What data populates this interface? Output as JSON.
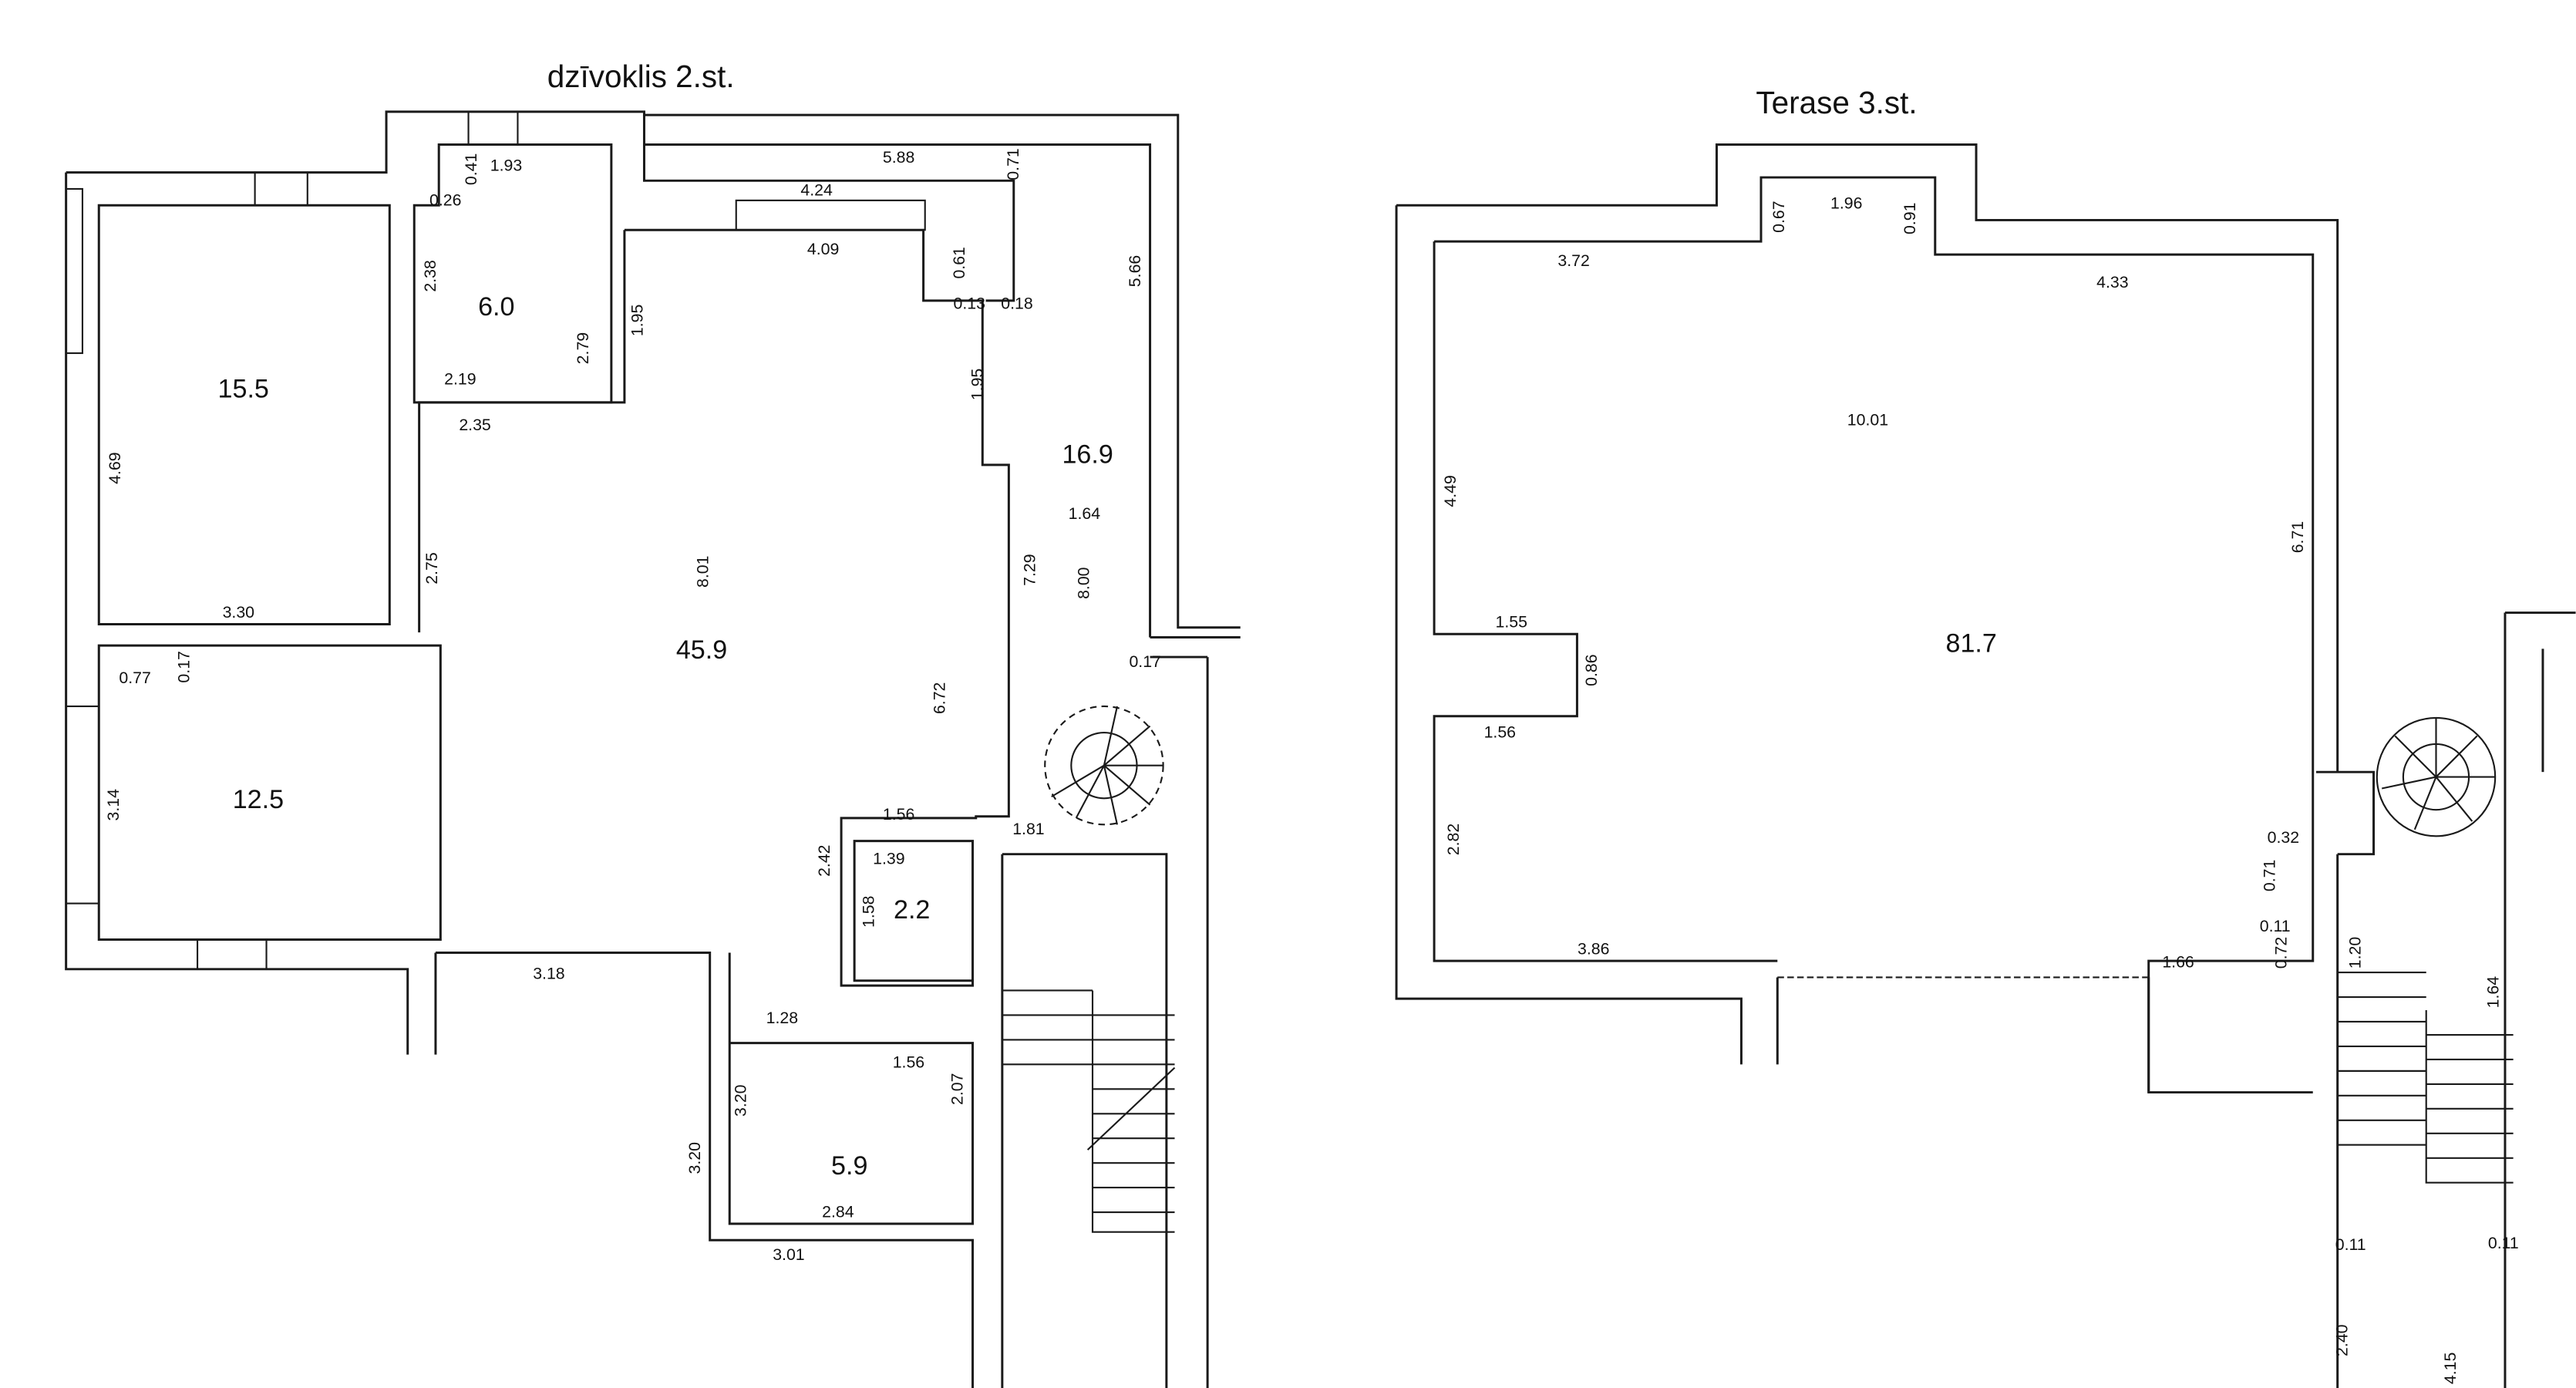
{
  "left_plan": {
    "title": "dzīvoklis 2.st.",
    "rooms": [
      "15.5",
      "6.0",
      "16.9",
      "45.9",
      "12.5",
      "2.2",
      "5.9"
    ],
    "dims": [
      "1.93",
      "0.41",
      "0.26",
      "2.38",
      "2.79",
      "2.19",
      "2.35",
      "1.95",
      "5.88",
      "0.71",
      "4.24",
      "4.09",
      "0.61",
      "0.13",
      "0.18",
      "5.66",
      "1.95",
      "1.64",
      "7.29",
      "8.00",
      "0.17",
      "4.69",
      "3.30",
      "2.75",
      "8.01",
      "0.77",
      "0.17",
      "3.14",
      "6.72",
      "1.56",
      "1.81",
      "1.39",
      "2.42",
      "1.58",
      "3.18",
      "1.28",
      "1.56",
      "3.20",
      "2.07",
      "3.20",
      "2.84",
      "3.01"
    ]
  },
  "right_plan": {
    "title": "Terase 3.st.",
    "rooms": [
      "81.7"
    ],
    "dims": [
      "0.67",
      "1.96",
      "0.91",
      "3.72",
      "4.33",
      "10.01",
      "4.49",
      "6.71",
      "1.55",
      "0.86",
      "1.56",
      "2.82",
      "0.32",
      "0.71",
      "0.11",
      "0.72",
      "3.86",
      "1.66",
      "1.20",
      "1.64",
      "0.11",
      "0.11",
      "2.40",
      "4.15"
    ]
  }
}
